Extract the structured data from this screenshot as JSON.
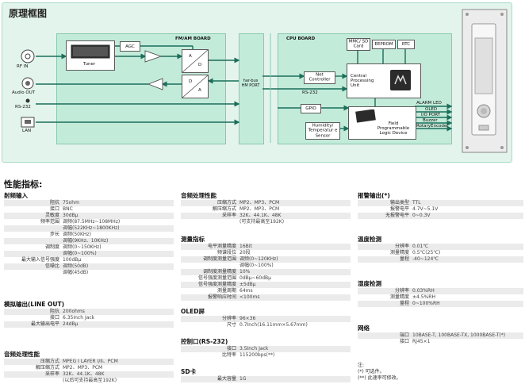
{
  "diagram": {
    "title": "原理框图",
    "rf_in": "RF IN",
    "audio_out": "Audio OUT",
    "rs232": "RS-232",
    "lan": "LAN",
    "tuner": "Tuner",
    "agc": "AGC",
    "fm_am_board": "FM/AM BOARD",
    "adc_a": "A",
    "adc_d": "D",
    "dac_d": "D",
    "dac_a": "A",
    "bus_port": "har-bus HM PORT",
    "cpu_board": "CPU BOARD",
    "mmc": "MMC/ SD Card",
    "eeprom": "EEPROM",
    "rtc": "RTC",
    "net_controller": "Net Controller",
    "cpu_rs232": "RS-232",
    "cpu": "Central Processing Unit",
    "gpio": "GPIO",
    "fpga": "Field Programmable Logic Device",
    "humidity": "Humidity/ Temperatur e Sensor",
    "outputs": [
      "ALARM LED",
      "OLED",
      "I/O PORT",
      "Buzzer",
      "RotaryEncoder"
    ]
  },
  "specs": {
    "title": "性能指标:",
    "col1": {
      "rf_input": {
        "title": "射频输入",
        "rows": [
          {
            "k": "阻抗",
            "v": "75ohm"
          },
          {
            "k": "接口",
            "v": "BNC"
          },
          {
            "k": "灵敏度",
            "v": "30dBμ"
          },
          {
            "k": "频率范围",
            "v": "调频(87.5MHz~108MHz)"
          },
          {
            "k": "",
            "v": "调幅(522KHz~1800KHz)"
          },
          {
            "k": "步长",
            "v": "调频(50KHz)"
          },
          {
            "k": "",
            "v": "调幅(9KHz、10KHz)"
          },
          {
            "k": "调制度",
            "v": "调频(0~150KHz)"
          },
          {
            "k": "",
            "v": "调幅(0~100%)"
          },
          {
            "k": "最大输入信号强度",
            "v": "100dBμ"
          },
          {
            "k": "信噪比",
            "v": "调频(50dB)"
          },
          {
            "k": "",
            "v": "调幅(45dB)"
          }
        ]
      },
      "analog_out": {
        "title": "模拟输出(LINE OUT)",
        "rows": [
          {
            "k": "阻抗",
            "v": "200ohms"
          },
          {
            "k": "接口",
            "v": "6.35Inch Jack"
          },
          {
            "k": "最大输出电平",
            "v": "24dBμ"
          }
        ]
      },
      "audio_proc": {
        "title": "音频处理性能",
        "rows": [
          {
            "k": "压缩方式",
            "v": "MPEG I LAYER I/II、PCM"
          },
          {
            "k": "解压缩方式",
            "v": "MP2、MP3、PCM"
          },
          {
            "k": "采样率",
            "v": "32K、44.1K、48K"
          },
          {
            "k": "",
            "v": "(以后可支持最高至192K)"
          }
        ]
      }
    },
    "col2": {
      "audio_proc": {
        "title": "音频处理性能",
        "rows": [
          {
            "k": "压缩方式",
            "v": "MP2、MP3、PCM"
          },
          {
            "k": "解压缩方式",
            "v": "MP2、MP3、PCM"
          },
          {
            "k": "采样率",
            "v": "32K、44.1K、48K"
          },
          {
            "k": "",
            "v": "(可支持最高至192K)"
          }
        ]
      },
      "measure": {
        "title": "测量指标",
        "rows": [
          {
            "k": "电平测量精度",
            "v": "16Bit"
          },
          {
            "k": "频谱段位",
            "v": "20段"
          },
          {
            "k": "调制度测量范围",
            "v": "调频(0~120KHz)"
          },
          {
            "k": "",
            "v": "调幅(0~100%)"
          },
          {
            "k": "调制度测量精度",
            "v": "10%"
          },
          {
            "k": "信号强度测量范围",
            "v": "0dBμ~60dBμ"
          },
          {
            "k": "信号强度测量精度",
            "v": "±5dBμ"
          },
          {
            "k": "测量周期",
            "v": "64ms"
          },
          {
            "k": "报警响应时间",
            "v": "<100ms"
          }
        ]
      },
      "oled": {
        "title": "OLED屏",
        "rows": [
          {
            "k": "分辨率",
            "v": "96×36"
          },
          {
            "k": "尺寸",
            "v": "0.7Inch(16.11mm×5.67mm)"
          }
        ]
      },
      "control": {
        "title": "控制口(RS-232)",
        "rows": [
          {
            "k": "接口",
            "v": "3.5Inch Jack"
          },
          {
            "k": "比特率",
            "v": "115200bps(**)"
          }
        ]
      },
      "sd": {
        "title": "SD卡",
        "rows": [
          {
            "k": "最大容量",
            "v": "1G"
          }
        ]
      }
    },
    "col3": {
      "alarm": {
        "title": "报警输出(*)",
        "rows": [
          {
            "k": "输出类型",
            "v": "TTL"
          },
          {
            "k": "报警电平",
            "v": "4.7V~5.1V"
          },
          {
            "k": "无报警电平",
            "v": "0~0.3V"
          }
        ]
      },
      "temp": {
        "title": "温度检测",
        "rows": [
          {
            "k": "分辨率",
            "v": "0.01℃"
          },
          {
            "k": "测量精度",
            "v": "0.5℃(25℃)"
          },
          {
            "k": "量程",
            "v": "-40~124℃"
          }
        ]
      },
      "humidity": {
        "title": "湿度检测",
        "rows": [
          {
            "k": "分辨率",
            "v": "0.03%RH"
          },
          {
            "k": "测量精度",
            "v": "±4.5%RH"
          },
          {
            "k": "量程",
            "v": "0~100%RH"
          }
        ]
      },
      "network": {
        "title": "网络",
        "rows": [
          {
            "k": "端口",
            "v": "10BASE-T, 100BASE-TX, 1000BASE-T(*)"
          },
          {
            "k": "接口",
            "v": "RJ45×1"
          }
        ]
      },
      "notes": [
        "注:",
        "(*) 可选件。",
        "(**) 此速率可修改。"
      ]
    }
  }
}
